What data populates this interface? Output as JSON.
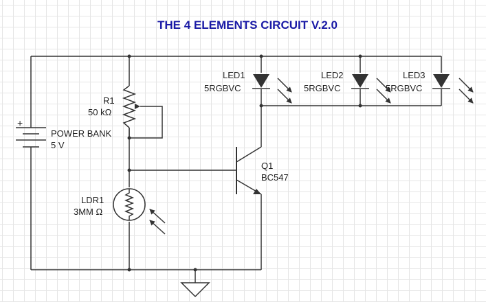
{
  "title": "THE 4 ELEMENTS CIRCUIT V.2.0",
  "colors": {
    "title": "#1a1aa6",
    "wire": "#333333",
    "grid": "#e6e6e6",
    "led_fill": "#333333"
  },
  "components": {
    "battery": {
      "name": "POWER BANK",
      "value": "5 V",
      "plus": "+"
    },
    "r1": {
      "name": "R1",
      "value": "50 kΩ"
    },
    "ldr1": {
      "name": "LDR1",
      "value": "3MM Ω"
    },
    "q1": {
      "name": "Q1",
      "value": "BC547"
    },
    "led1": {
      "name": "LED1",
      "value": "5RGBVC"
    },
    "led2": {
      "name": "LED2",
      "value": "5RGBVC"
    },
    "led3": {
      "name": "LED3",
      "value": "5RGBVC"
    }
  },
  "icons": {
    "ground": "ground-symbol-icon",
    "light_arrows": "light-arrows-icon"
  }
}
